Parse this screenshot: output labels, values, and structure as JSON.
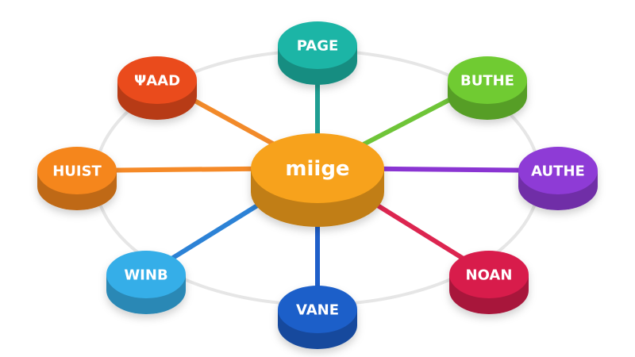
{
  "hub": {
    "label": "miige",
    "color": "#f7a21b"
  },
  "nodes": [
    {
      "id": "page",
      "label": "PAGE",
      "color": "#1fb5a6",
      "line_color": "#1f9e92"
    },
    {
      "id": "buthe",
      "label": "BUTHE",
      "color": "#6fcb33",
      "line_color": "#6fc538"
    },
    {
      "id": "authe",
      "label": "AUTHE",
      "color": "#8e3bd6",
      "line_color": "#8a35d2"
    },
    {
      "id": "noan",
      "label": "NOAN",
      "color": "#d81b4c",
      "line_color": "#dc2550"
    },
    {
      "id": "vane",
      "label": "VANE",
      "color": "#1f5fc9",
      "line_color": "#1f5fc9"
    },
    {
      "id": "winb",
      "label": "WINB",
      "color": "#35aee8",
      "line_color": "#2c82d6"
    },
    {
      "id": "huist",
      "label": "HUIST",
      "color": "#f5861f",
      "line_color": "#f58a28"
    },
    {
      "id": "yaad",
      "label": "ΨAAD",
      "color": "#ea4c1d",
      "line_color": "#f28a2a"
    }
  ],
  "ring_color": "#e6e6e6"
}
